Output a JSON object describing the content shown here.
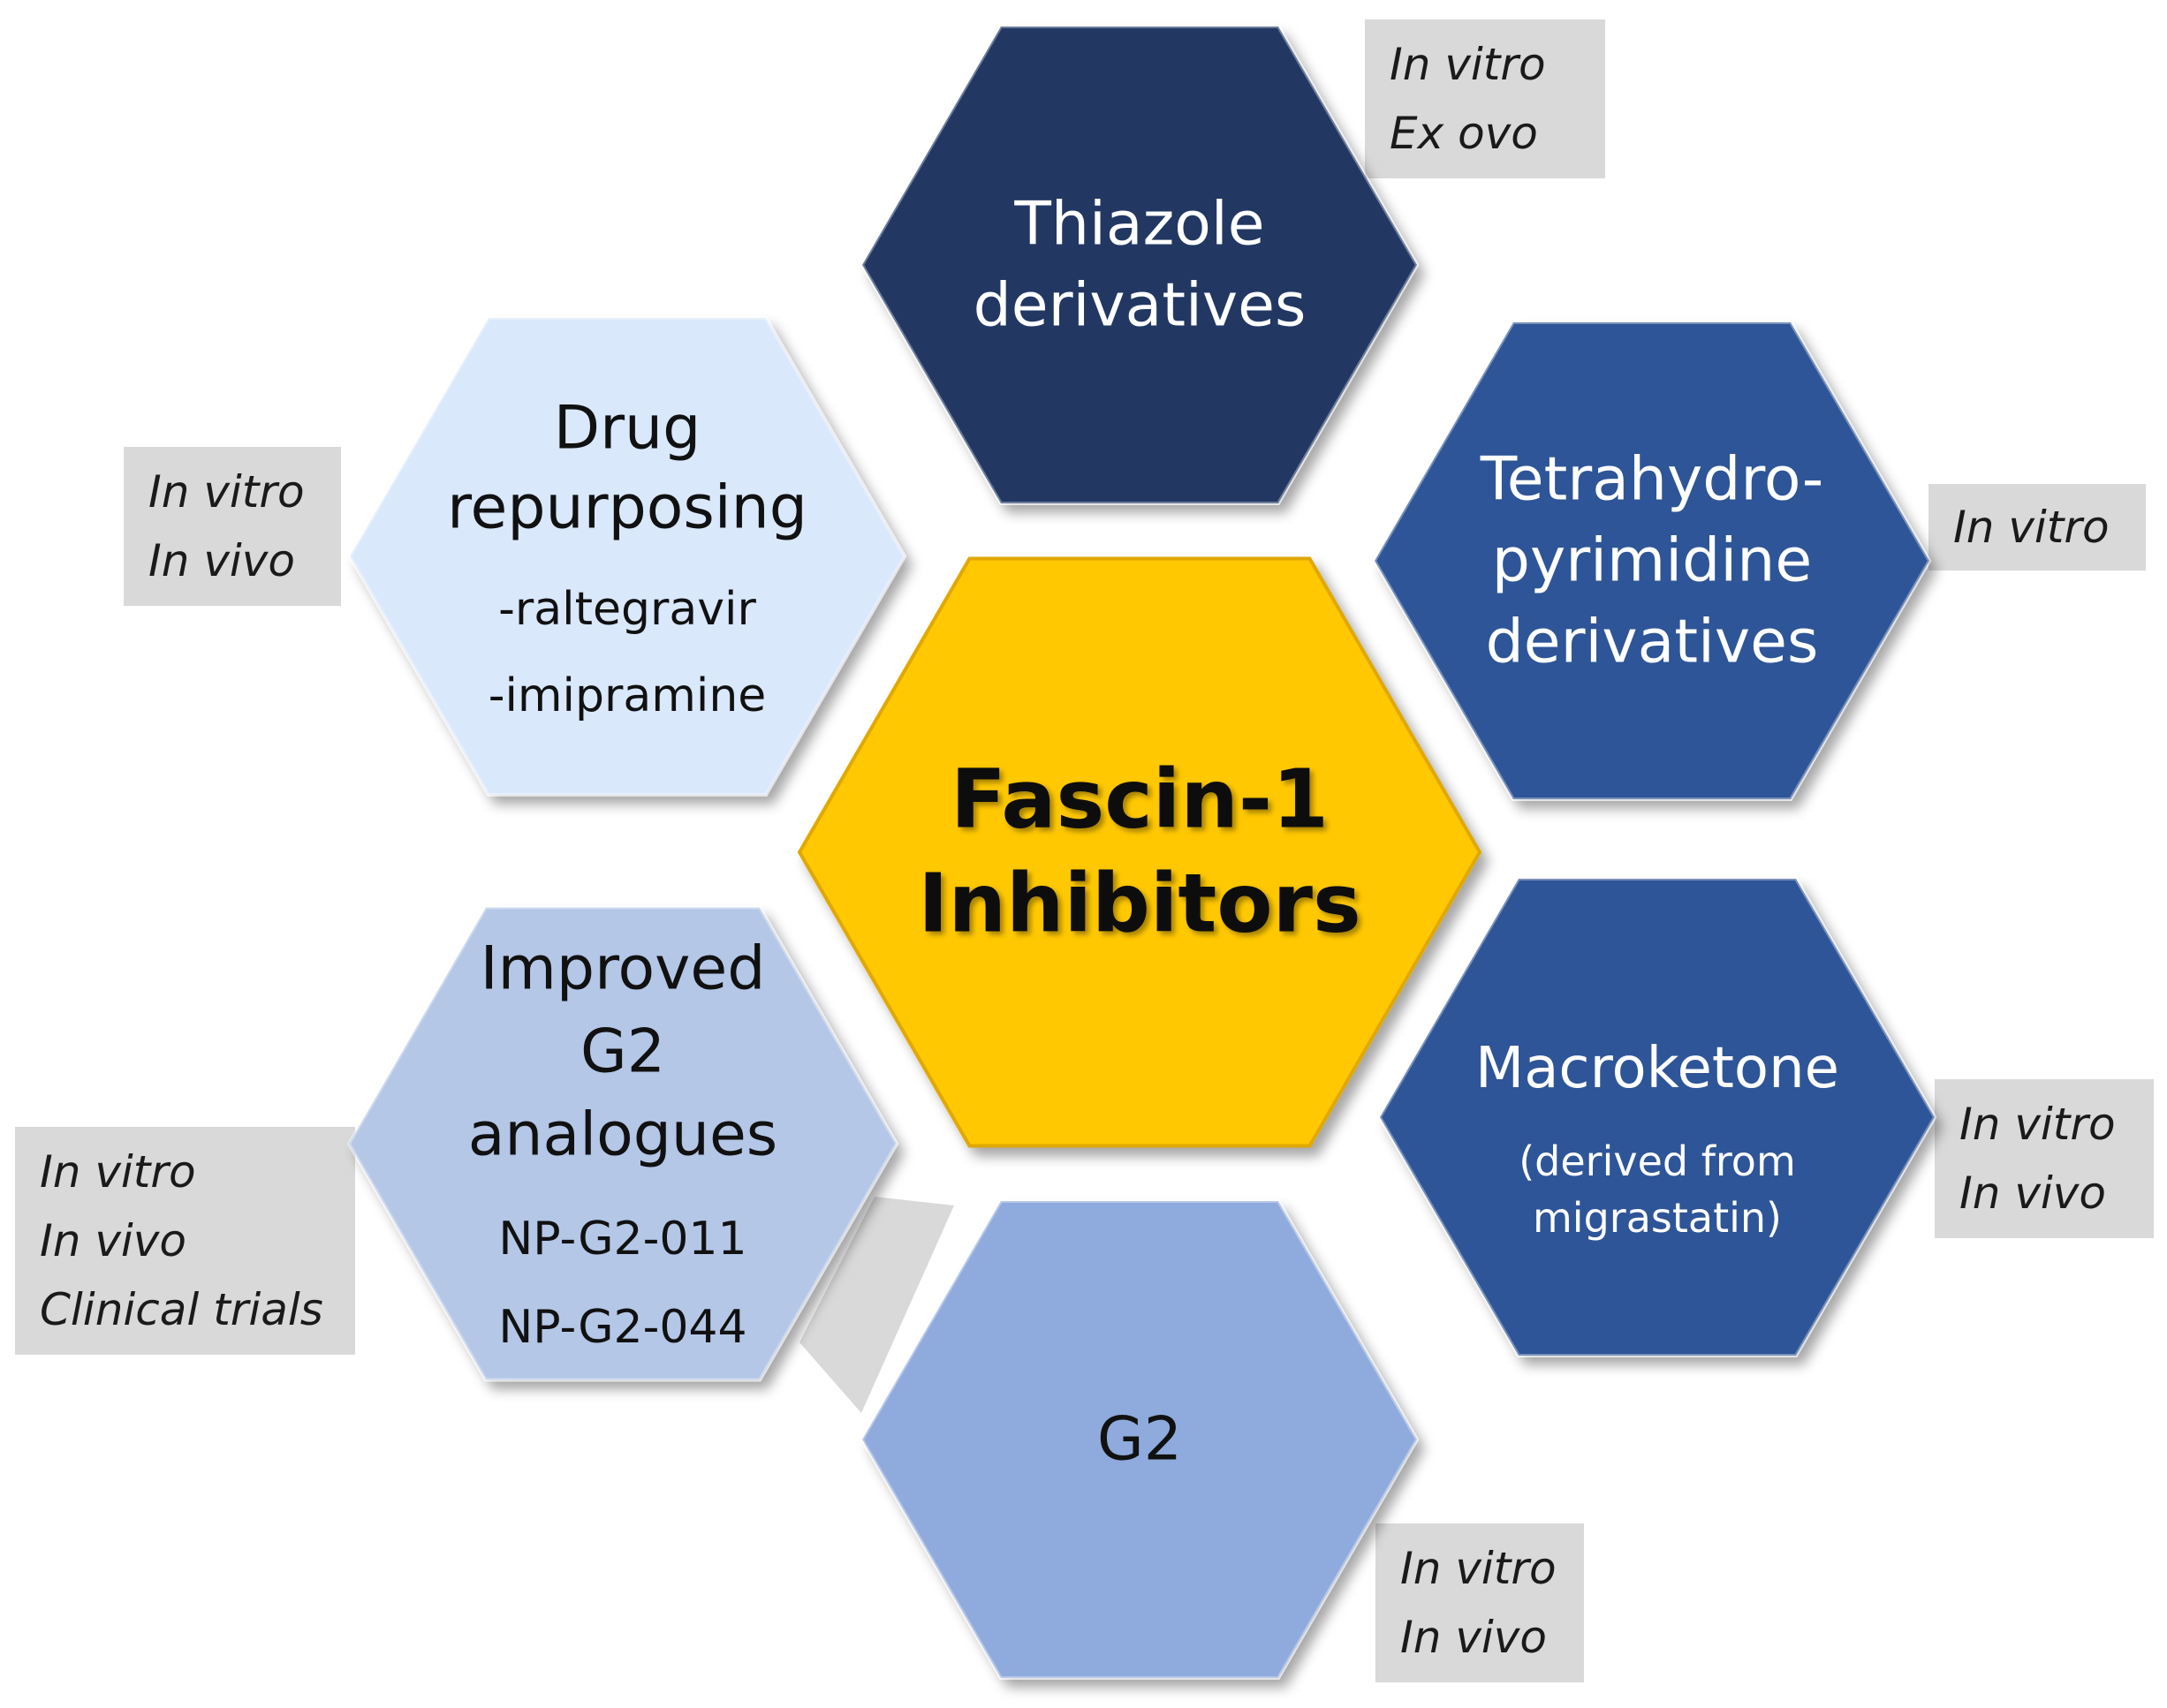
{
  "center": {
    "lines": [
      "Fascin-1",
      "Inhibitors"
    ],
    "color": "#FFC800",
    "text_color": "#111111"
  },
  "hexagons": [
    {
      "id": "thiazole",
      "lines": [
        "Thiazole",
        "derivatives"
      ],
      "sublines": [],
      "color": "#203864",
      "text_color": "#FFFFFF",
      "badge": [
        "In vitro",
        "Ex ovo"
      ]
    },
    {
      "id": "tetrahydropyrimidine",
      "lines": [
        "Tetrahydro-",
        "pyrimidine",
        "derivatives"
      ],
      "sublines": [],
      "color": "#2F5597",
      "text_color": "#FFFFFF",
      "badge": [
        "In vitro"
      ]
    },
    {
      "id": "macroketone",
      "lines": [
        "Macroketone"
      ],
      "sublines": [
        "(derived  from",
        "migrastatin)"
      ],
      "color": "#2F5597",
      "text_color": "#FFFFFF",
      "badge": [
        "In vitro",
        "In vivo"
      ]
    },
    {
      "id": "g2",
      "lines": [
        "G2"
      ],
      "sublines": [],
      "color": "#8FAADC",
      "text_color": "#111111",
      "badge": [
        "In vitro",
        "In vivo"
      ]
    },
    {
      "id": "improved-g2",
      "lines": [
        "Improved",
        "G2",
        "analogues"
      ],
      "sublines": [
        "NP-G2-011",
        "NP-G2-044"
      ],
      "color": "#B4C7E7",
      "text_color": "#111111",
      "badge": [
        "In vitro",
        "In vivo",
        "Clinical trials"
      ]
    },
    {
      "id": "drug-repurposing",
      "lines": [
        "Drug",
        "repurposing"
      ],
      "sublines": [
        "-raltegravir",
        "-imipramine"
      ],
      "color": "#DAE8FC",
      "text_color": "#111111",
      "badge": [
        "In vitro",
        "In vivo"
      ]
    }
  ],
  "badge_color": "#D9D9D9"
}
